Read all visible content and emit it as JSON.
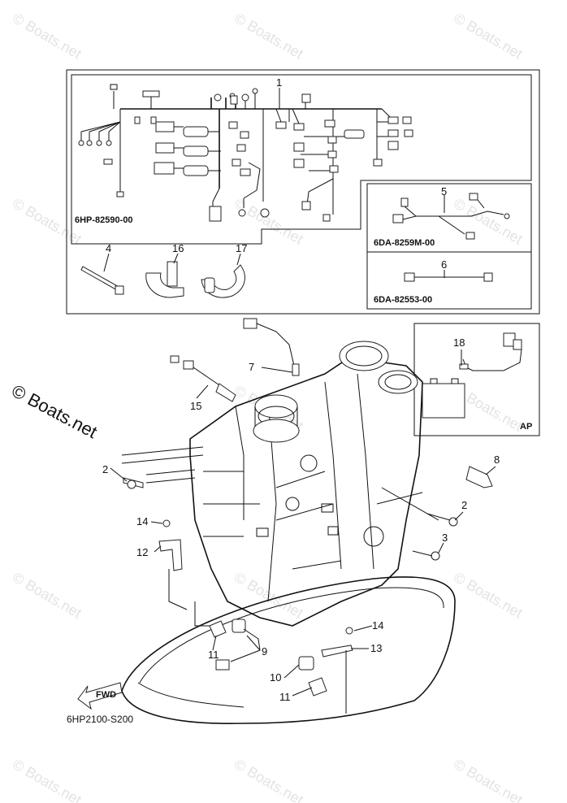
{
  "watermark_text": "© Boats.net",
  "copyright_text": "© Boats.net",
  "diagram_code": "6HP2100-S200",
  "kit_codes": {
    "wire_harness": "6HP-82590-00",
    "sub_lead_5": "6DA-8259M-00",
    "sub_lead_6": "6DA-82553-00"
  },
  "inset_label": "AP",
  "fwd_label": "FWD",
  "callouts": {
    "c1": "1",
    "c2a": "2",
    "c2b": "2",
    "c3": "3",
    "c4": "4",
    "c5": "5",
    "c6": "6",
    "c7": "7",
    "c8": "8",
    "c9": "9",
    "c10": "10",
    "c11a": "11",
    "c11b": "11",
    "c12": "12",
    "c13": "13",
    "c14a": "14",
    "c14b": "14",
    "c15": "15",
    "c16": "16",
    "c17": "17",
    "c18": "18"
  }
}
